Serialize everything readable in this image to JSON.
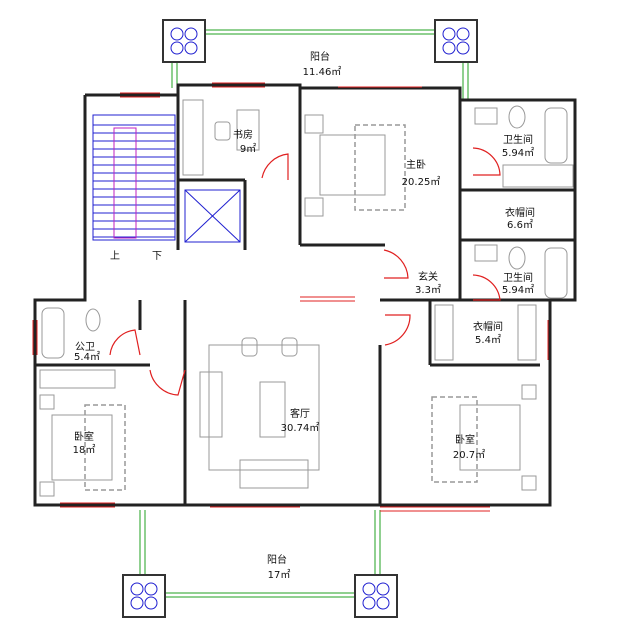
{
  "rooms": {
    "balcony_top": {
      "name": "阳台",
      "area": "11.46㎡"
    },
    "study": {
      "name": "书房",
      "area": "9㎡"
    },
    "master_bedroom": {
      "name": "主卧",
      "area": "20.25㎡"
    },
    "bathroom_1": {
      "name": "卫生间",
      "area": "5.94㎡"
    },
    "closet_1": {
      "name": "衣帽间",
      "area": "6.6㎡"
    },
    "foyer": {
      "name": "玄关",
      "area": "3.3㎡"
    },
    "bathroom_2": {
      "name": "卫生间",
      "area": "5.94㎡"
    },
    "closet_2": {
      "name": "衣帽间",
      "area": "5.4㎡"
    },
    "public_bath": {
      "name": "公卫",
      "area": "5.4㎡"
    },
    "bedroom_left": {
      "name": "卧室",
      "area": "18㎡"
    },
    "living_room": {
      "name": "客厅",
      "area": "30.74㎡"
    },
    "bedroom_right": {
      "name": "卧室",
      "area": "20.7㎡"
    },
    "balcony_bottom": {
      "name": "阳台",
      "area": "17㎡"
    }
  },
  "stairs": {
    "up": "上",
    "down": "下"
  },
  "colors": {
    "wall": "#222222",
    "window": "#e02020",
    "railing": "#20a020",
    "stair": "#2020d0",
    "furniture": "#999999"
  }
}
